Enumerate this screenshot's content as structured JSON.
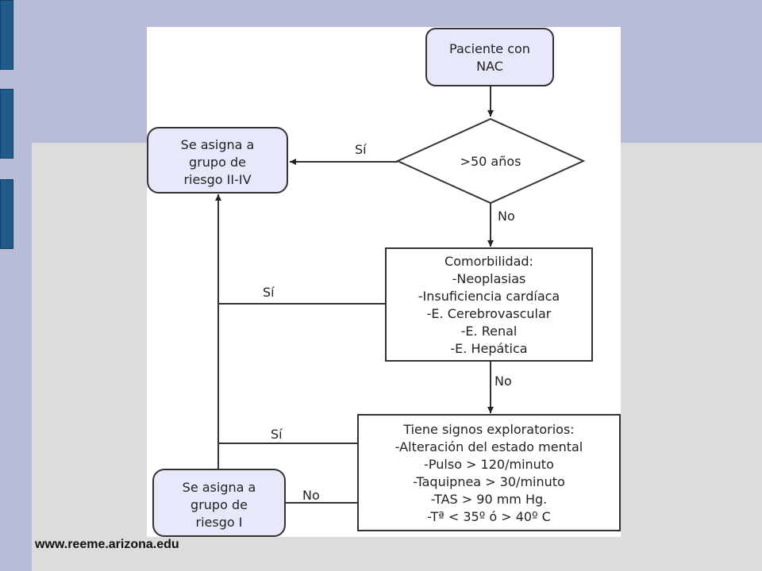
{
  "flowchart": {
    "start": {
      "lines": [
        "Paciente con",
        "NAC"
      ]
    },
    "decision_age": {
      "label": ">50 años"
    },
    "group_high": {
      "lines": [
        "Se asigna a",
        "grupo de",
        "riesgo II-IV"
      ]
    },
    "comorbidity": {
      "lines": [
        "Comorbilidad:",
        "-Neoplasias",
        "-Insuficiencia cardíaca",
        "-E. Cerebrovascular",
        "-E. Renal",
        "-E. Hepática"
      ]
    },
    "signs": {
      "lines": [
        "Tiene signos exploratorios:",
        "-Alteración del estado mental",
        "-Pulso > 120/minuto",
        "-Taquipnea > 30/minuto",
        "-TAS > 90 mm Hg.",
        "-Tª < 35º ó > 40º C"
      ]
    },
    "group_low": {
      "lines": [
        "Se asigna a",
        "grupo de",
        "riesgo I"
      ]
    },
    "edge_labels": {
      "yes_age": "Sí",
      "no_age": "No",
      "yes_comorbidity": "Sí",
      "no_comorbidity": "No",
      "yes_signs": "Sí",
      "no_signs": "No"
    }
  },
  "footer": {
    "source": "www.reeme.arizona.edu"
  },
  "colors": {
    "background": "#b9bcd9",
    "panel": "#dcdcdc",
    "tab": "#1f5b8a",
    "box_fill": "#e7e9fa",
    "stroke": "#333333"
  }
}
